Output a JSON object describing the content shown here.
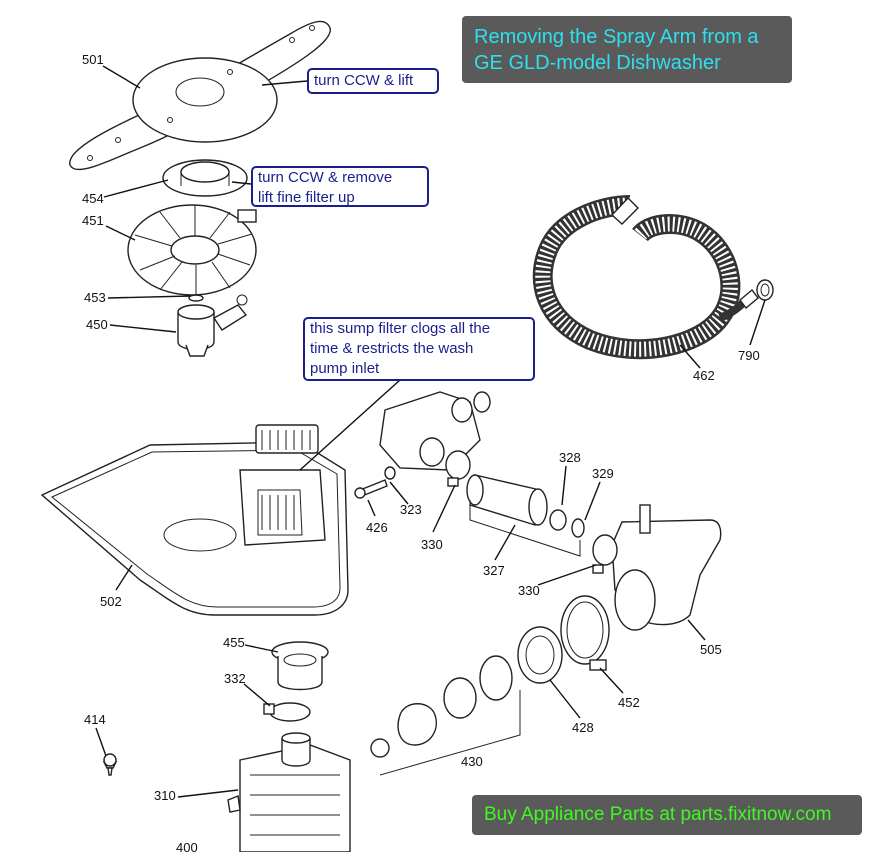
{
  "title": {
    "line1": "Removing the Spray Arm from a",
    "line2": "GE GLD-model Dishwasher"
  },
  "footer": "Buy Appliance Parts at parts.fixitnow.com",
  "callouts": {
    "spray_arm": "turn CCW & lift",
    "fine_filter": {
      "line1": "turn CCW & remove",
      "line2": "lift fine filter up"
    },
    "sump_filter": {
      "line1": "this sump filter clogs all the",
      "line2": "time & restricts the wash",
      "line3": "pump inlet"
    }
  },
  "parts": {
    "p501": "501",
    "p454": "454",
    "p451": "451",
    "p453": "453",
    "p450": "450",
    "p462": "462",
    "p790": "790",
    "p328": "328",
    "p329": "329",
    "p426": "426",
    "p323": "323",
    "p330a": "330",
    "p327": "327",
    "p330b": "330",
    "p502": "502",
    "p505": "505",
    "p455": "455",
    "p332": "332",
    "p452": "452",
    "p428": "428",
    "p414": "414",
    "p430": "430",
    "p310": "310",
    "p400": "400"
  },
  "colors": {
    "box_bg": "#5a5a5a",
    "title_text": "#2de0ee",
    "footer_text": "#3cfc1c",
    "callout": "#1a1f8c"
  }
}
